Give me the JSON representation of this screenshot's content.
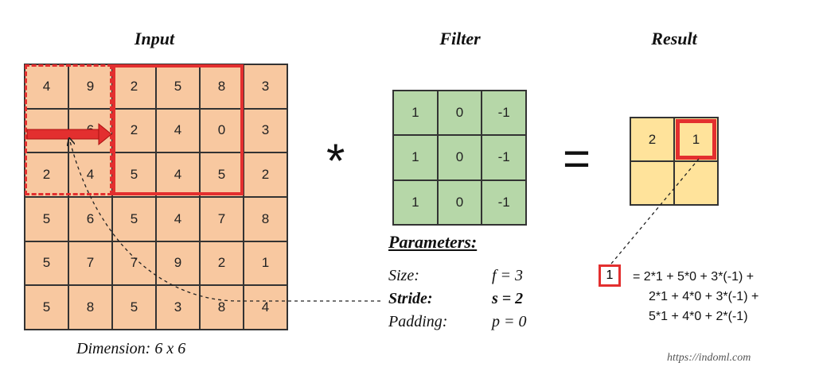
{
  "titles": {
    "input": "Input",
    "filter": "Filter",
    "result": "Result"
  },
  "input_matrix": [
    [
      "4",
      "9",
      "2",
      "5",
      "8",
      "3"
    ],
    [
      "",
      "6",
      "2",
      "4",
      "0",
      "3"
    ],
    [
      "2",
      "4",
      "5",
      "4",
      "5",
      "2"
    ],
    [
      "5",
      "6",
      "5",
      "4",
      "7",
      "8"
    ],
    [
      "5",
      "7",
      "7",
      "9",
      "2",
      "1"
    ],
    [
      "5",
      "8",
      "5",
      "3",
      "8",
      "4"
    ]
  ],
  "filter_matrix": [
    [
      "1",
      "0",
      "-1"
    ],
    [
      "1",
      "0",
      "-1"
    ],
    [
      "1",
      "0",
      "-1"
    ]
  ],
  "result_matrix": [
    [
      "2",
      "1"
    ],
    [
      "",
      ""
    ]
  ],
  "operators": {
    "convolve": "*",
    "equals": "="
  },
  "parameters": {
    "heading": "Parameters:",
    "size_label": "Size:",
    "size_value": "f = 3",
    "stride_label": "Stride:",
    "stride_value": "s = 2",
    "padding_label": "Padding:",
    "padding_value": "p = 0"
  },
  "formula": {
    "result_value": "1",
    "line1": "= 2*1 + 5*0 + 3*(-1) +",
    "line2": "2*1 + 4*0 + 3*(-1) +",
    "line3": "5*1 + 4*0 + 2*(-1)"
  },
  "dimension": "Dimension: 6 x 6",
  "url": "https://indoml.com",
  "colors": {
    "input": "#f8c8a0",
    "filter": "#b6d7a8",
    "result": "#ffe39b",
    "highlight": "#e32f2f"
  }
}
